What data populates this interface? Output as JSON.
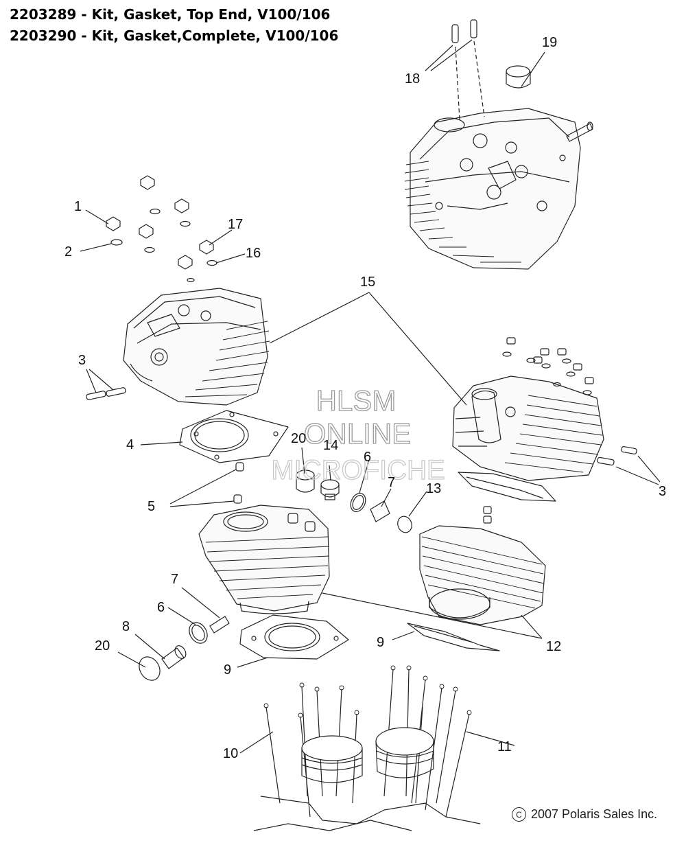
{
  "titles": [
    "2203289 - Kit, Gasket, Top End, V100/106",
    "2203290 - Kit, Gasket,Complete, V100/106"
  ],
  "callouts": {
    "c1": "1",
    "c2": "2",
    "c3a": "3",
    "c3b": "3",
    "c4": "4",
    "c5": "5",
    "c6a": "6",
    "c6b": "6",
    "c7a": "7",
    "c7b": "7",
    "c8": "8",
    "c9a": "9",
    "c9b": "9",
    "c10": "10",
    "c11": "11",
    "c12": "12",
    "c13": "13",
    "c14": "14",
    "c15": "15",
    "c16": "16",
    "c17": "17",
    "c18": "18",
    "c19": "19",
    "c20a": "20",
    "c20b": "20"
  },
  "watermark": {
    "line1": "HLSM",
    "line2": "ONLINE",
    "line3": "MICROFICHE"
  },
  "copyright": {
    "symbol": "C",
    "text": "2007 Polaris Sales Inc."
  }
}
